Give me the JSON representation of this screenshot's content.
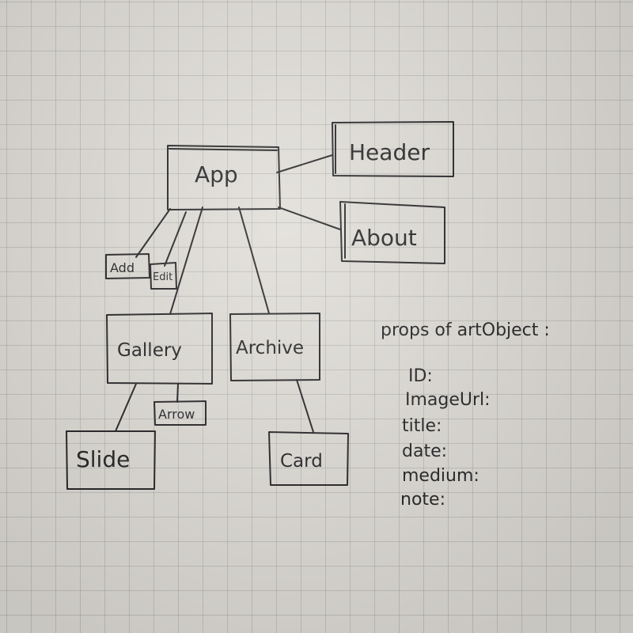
{
  "nodes": {
    "app": "App",
    "header": "Header",
    "about": "About",
    "add": "Add",
    "edit": "Edit",
    "gallery": "Gallery",
    "archive": "Archive",
    "arrow": "Arrow",
    "slide": "Slide",
    "card": "Card"
  },
  "props": {
    "title": "props of artObject :",
    "items": [
      "ID:",
      "ImageUrl:",
      "title:",
      "date:",
      "medium:",
      "note:"
    ]
  },
  "colors": {
    "paper": "#dfdcd6",
    "ink": "#1d1d1f",
    "grid": "#8a8a8a"
  }
}
